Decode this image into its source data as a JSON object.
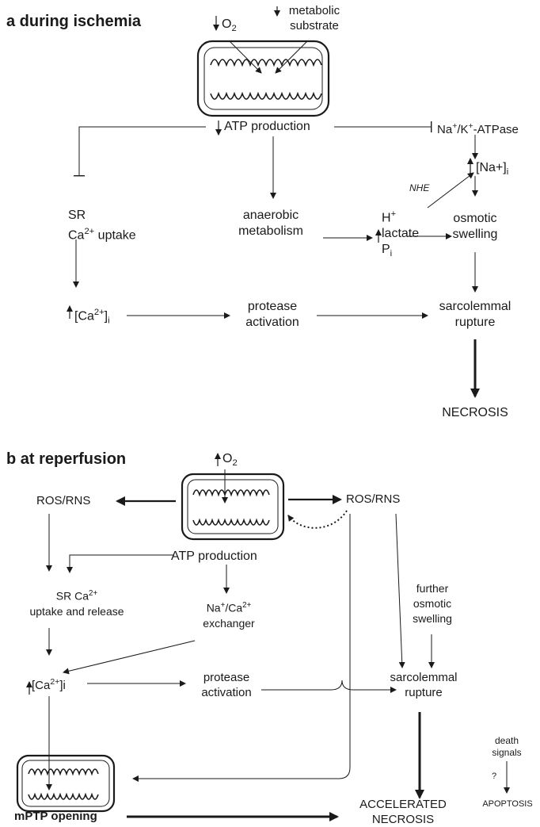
{
  "panel_a": {
    "heading": "a  during ischemia",
    "o2": "O",
    "o2_sub": "2",
    "metabolic_substrate_1": "metabolic",
    "metabolic_substrate_2": "substrate",
    "atp_production": "ATP production",
    "na_k_atpase_1": "Na",
    "na_k_atpase_2": "/K",
    "na_k_atpase_3": "-ATPase",
    "plus": "+",
    "na_i_1": "[Na+]",
    "na_i_sub": "i",
    "nhe": "NHE",
    "sr_1": "SR",
    "sr_2a": "Ca",
    "sr_2sup": "2+",
    "sr_2b": " uptake",
    "anaerobic_1": "anaerobic",
    "anaerobic_2": "metabolism",
    "h_plus": "H",
    "lactate": "lactate",
    "pi": "P",
    "pi_sub": "i",
    "osmotic_1": "osmotic",
    "osmotic_2": "swelling",
    "ca_i_1": "[Ca",
    "ca_i_sup": "2+",
    "ca_i_2": "]",
    "ca_i_sub": "i",
    "protease_1": "protease",
    "protease_2": "activation",
    "sarco_1": "sarcolemmal",
    "sarco_2": "rupture",
    "necrosis": "NECROSIS"
  },
  "panel_b": {
    "heading": "b  at reperfusion",
    "o2": "O",
    "o2_sub": "2",
    "ros_left": "ROS/RNS",
    "ros_right": "ROS/RNS",
    "atp_production": "ATP production",
    "sr_1a": "SR Ca",
    "sr_1sup": "2+",
    "sr_2": "uptake and release",
    "naca_1a": "Na",
    "naca_1b": "/Ca",
    "naca_sup1": "+",
    "naca_sup2": "2+",
    "naca_2": "exchanger",
    "further_1": "further",
    "further_2": "osmotic",
    "further_3": "swelling",
    "ca_i_1": "[Ca",
    "ca_i_sup": "2+",
    "ca_i_2": "]i",
    "protease_1": "protease",
    "protease_2": "activation",
    "sarco_1": "sarcolemmal",
    "sarco_2": "rupture",
    "death_1": "death",
    "death_2": "signals",
    "question": "?",
    "mptp": "mPTP opening",
    "accel_1": "ACCELERATED",
    "accel_2": "NECROSIS",
    "apoptosis": "APOPTOSIS"
  }
}
